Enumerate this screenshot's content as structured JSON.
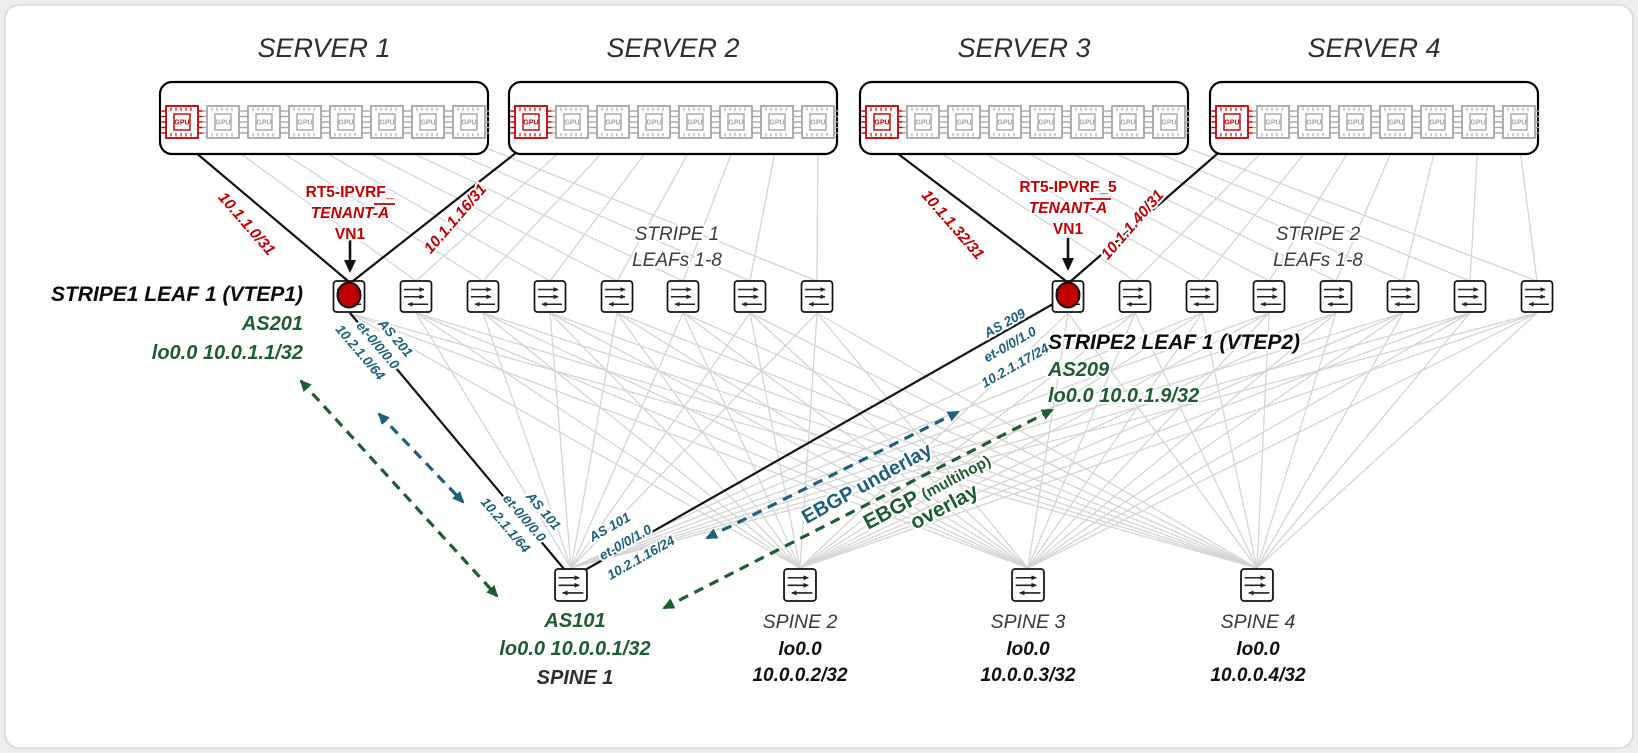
{
  "servers": [
    {
      "title": "SERVER 1"
    },
    {
      "title": "SERVER 2"
    },
    {
      "title": "SERVER 3"
    },
    {
      "title": "SERVER 4"
    }
  ],
  "chip_label": "GPU",
  "stripe_labels": [
    {
      "line1": "STRIPE 1",
      "line2": "LEAFs 1-8"
    },
    {
      "line1": "STRIPE 2",
      "line2": "LEAFs 1-8"
    }
  ],
  "gpu_links": {
    "s1_leaf1": "10.1.1.0/31",
    "s2_leaf1": "10.1.1.16/31",
    "s3_leaf9": "10.1.1.32/31",
    "s4_leaf9": "10.1.1.40/31"
  },
  "rt5": {
    "left": {
      "line1": "RT5-IPVRF_",
      "line2": "TENANT-A",
      "line3": "VN1"
    },
    "right": {
      "line1": "RT5-IPVRF_5",
      "line2": "TENANT-A",
      "line3": "VN1"
    }
  },
  "vtep1": {
    "name": "STRIPE1 LEAF 1 (VTEP1)",
    "asn": "AS201",
    "loopback": "lo0.0 10.0.1.1/32"
  },
  "vtep2": {
    "name": "STRIPE2 LEAF 1 (VTEP2)",
    "asn": "AS209",
    "loopback": "lo0.0 10.0.1.9/32"
  },
  "underlay_links": {
    "leaf1_end": {
      "asn": "AS 201",
      "intf": "et-0/0/0.0",
      "net": "10.2.1.0/64"
    },
    "spine1_left_end": {
      "asn": "AS 101",
      "intf": "et-0/0/0.0",
      "net": "10.2.1.1/64"
    },
    "spine1_right_end": {
      "asn": "AS 101",
      "intf": "et-0/0/1.0",
      "net": "10.2.1.16/24"
    },
    "leaf9_end": {
      "asn": "AS 209",
      "intf": "et-0/0/1.0",
      "net": "10.2.1.17/24"
    }
  },
  "bgp": {
    "underlay": "EBGP underlay",
    "overlay_word1": "EBGP",
    "overlay_word2": "(multihop)",
    "overlay_word3": "overlay"
  },
  "spines": [
    {
      "name": "SPINE 1",
      "asn": "AS101",
      "loopback": "lo0.0 10.0.0.1/32"
    },
    {
      "name": "SPINE 2",
      "lo": "lo0.0",
      "ip": "10.0.0.2/32"
    },
    {
      "name": "SPINE 3",
      "lo": "lo0.0",
      "ip": "10.0.0.3/32"
    },
    {
      "name": "SPINE 4",
      "lo": "lo0.0",
      "ip": "10.0.0.4/32"
    }
  ],
  "colors": {
    "accent_red": "#C00000",
    "accent_green": "#1E5C31",
    "accent_blue": "#1C617A",
    "mesh_gray": "#D5D5D5"
  }
}
